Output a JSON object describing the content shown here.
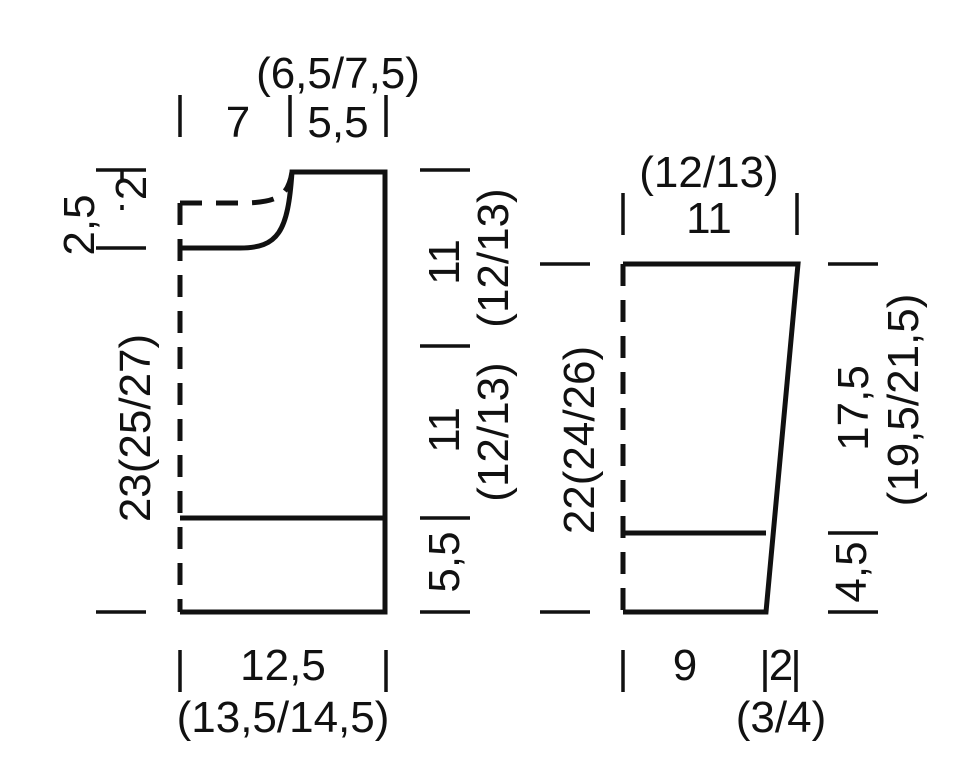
{
  "body_piece": {
    "neck_width": "7",
    "shoulder_width": "5,5",
    "shoulder_width_other_sizes": "(6,5/7,5)",
    "neck_depth_back": "2",
    "neck_depth_front": "2,5",
    "total_length": "23(25/27)",
    "armhole_upper": "11",
    "armhole_upper_other_sizes": "(12/13)",
    "armhole_lower": "11",
    "armhole_lower_other_sizes": "(12/13)",
    "rib_height": "5,5",
    "bottom_width": "12,5",
    "bottom_width_other_sizes": "(13,5/14,5)"
  },
  "sleeve_piece": {
    "top_width": "11",
    "top_width_other_sizes": "(12/13)",
    "total_length": "22(24/26)",
    "side_length": "17,5",
    "side_length_other_sizes": "(19,5/21,5)",
    "cuff_height": "4,5",
    "bottom_width": "9",
    "increase_width": "2",
    "increase_width_other_sizes": "(3/4)"
  },
  "colors": {
    "line": "#111111",
    "background": "#ffffff"
  }
}
